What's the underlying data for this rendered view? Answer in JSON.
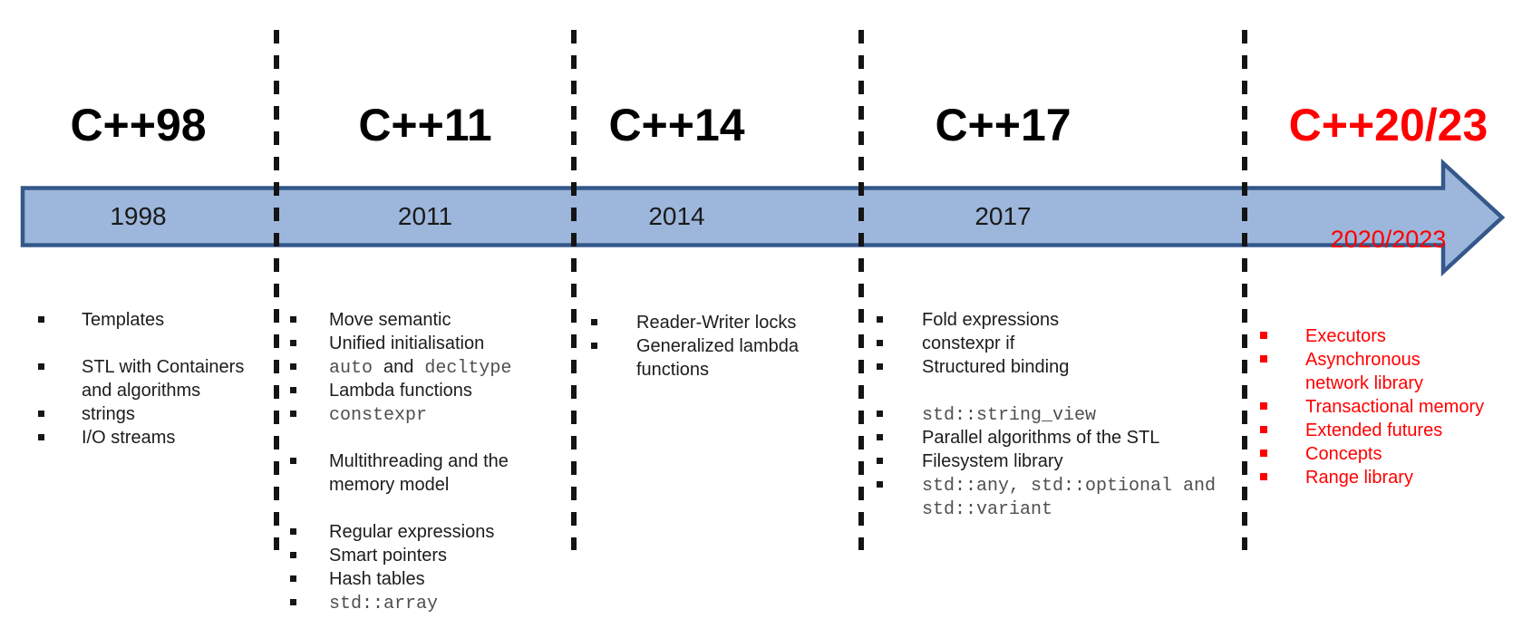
{
  "timeline": {
    "arrow_fill": "#9db6db",
    "arrow_stroke": "#34588a",
    "colors": {
      "divider": "#141414",
      "heading_text": "#000000",
      "body_text": "#1c1c1c",
      "code_text": "#4f4f4f",
      "accent_red": "#ff0000"
    },
    "columns": [
      {
        "id": "cpp98",
        "title": "C++98",
        "year": "1998",
        "rows": [
          {
            "bullet": true,
            "gap": false,
            "segments": [
              {
                "t": "Templates",
                "mono": false
              }
            ]
          },
          {
            "bullet": true,
            "gap": true,
            "segments": [
              {
                "t": "STL with Containers",
                "mono": false
              }
            ]
          },
          {
            "bullet": false,
            "gap": false,
            "segments": [
              {
                "t": "and algorithms",
                "mono": false
              }
            ]
          },
          {
            "bullet": true,
            "gap": false,
            "segments": [
              {
                "t": "strings",
                "mono": false
              }
            ]
          },
          {
            "bullet": true,
            "gap": false,
            "segments": [
              {
                "t": "I/O streams",
                "mono": false
              }
            ]
          }
        ]
      },
      {
        "id": "cpp11",
        "title": "C++11",
        "year": "2011",
        "rows": [
          {
            "bullet": true,
            "gap": false,
            "segments": [
              {
                "t": "Move semantic",
                "mono": false
              }
            ]
          },
          {
            "bullet": true,
            "gap": false,
            "segments": [
              {
                "t": "Unified initialisation",
                "mono": false
              }
            ]
          },
          {
            "bullet": true,
            "gap": false,
            "segments": [
              {
                "t": "auto ",
                "mono": true
              },
              {
                "t": "and",
                "mono": false
              },
              {
                "t": " decltype",
                "mono": true
              }
            ]
          },
          {
            "bullet": true,
            "gap": false,
            "segments": [
              {
                "t": "Lambda functions",
                "mono": false
              }
            ]
          },
          {
            "bullet": true,
            "gap": false,
            "segments": [
              {
                "t": "constexpr",
                "mono": true
              }
            ]
          },
          {
            "bullet": true,
            "gap": true,
            "segments": [
              {
                "t": "Multithreading and the",
                "mono": false
              }
            ]
          },
          {
            "bullet": false,
            "gap": false,
            "segments": [
              {
                "t": "memory model",
                "mono": false
              }
            ]
          },
          {
            "bullet": true,
            "gap": true,
            "segments": [
              {
                "t": "Regular expressions",
                "mono": false
              }
            ]
          },
          {
            "bullet": true,
            "gap": false,
            "segments": [
              {
                "t": "Smart pointers",
                "mono": false
              }
            ]
          },
          {
            "bullet": true,
            "gap": false,
            "segments": [
              {
                "t": "Hash tables",
                "mono": false
              }
            ]
          },
          {
            "bullet": true,
            "gap": false,
            "segments": [
              {
                "t": "std::array",
                "mono": true
              }
            ]
          }
        ]
      },
      {
        "id": "cpp14",
        "title": "C++14",
        "year": "2014",
        "rows": [
          {
            "bullet": true,
            "gap": false,
            "segments": [
              {
                "t": "Reader-Writer locks",
                "mono": false
              }
            ]
          },
          {
            "bullet": true,
            "gap": false,
            "segments": [
              {
                "t": "Generalized lambda",
                "mono": false
              }
            ]
          },
          {
            "bullet": false,
            "gap": false,
            "segments": [
              {
                "t": "functions",
                "mono": false
              }
            ]
          }
        ]
      },
      {
        "id": "cpp17",
        "title": "C++17",
        "year": "2017",
        "rows": [
          {
            "bullet": true,
            "gap": false,
            "segments": [
              {
                "t": "Fold expressions",
                "mono": false
              }
            ]
          },
          {
            "bullet": true,
            "gap": false,
            "segments": [
              {
                "t": "constexpr if",
                "mono": false
              }
            ]
          },
          {
            "bullet": true,
            "gap": false,
            "segments": [
              {
                "t": "Structured binding",
                "mono": false
              }
            ]
          },
          {
            "bullet": true,
            "gap": true,
            "segments": [
              {
                "t": "std::string_view",
                "mono": true
              }
            ]
          },
          {
            "bullet": true,
            "gap": false,
            "segments": [
              {
                "t": "Parallel algorithms of the STL",
                "mono": false
              }
            ]
          },
          {
            "bullet": true,
            "gap": false,
            "segments": [
              {
                "t": "Filesystem library",
                "mono": false
              }
            ]
          },
          {
            "bullet": true,
            "gap": false,
            "segments": [
              {
                "t": "std::any, std::optional and",
                "mono": true
              }
            ]
          },
          {
            "bullet": false,
            "gap": false,
            "segments": [
              {
                "t": "std::variant",
                "mono": true
              }
            ]
          }
        ]
      },
      {
        "id": "cpp20-23",
        "title": "C++20/23",
        "year": "2020/2023",
        "rows": [
          {
            "bullet": true,
            "gap": false,
            "segments": [
              {
                "t": "Executors",
                "mono": false
              }
            ]
          },
          {
            "bullet": true,
            "gap": false,
            "segments": [
              {
                "t": "Asynchronous",
                "mono": false
              }
            ]
          },
          {
            "bullet": false,
            "gap": false,
            "segments": [
              {
                "t": "network library",
                "mono": false
              }
            ]
          },
          {
            "bullet": true,
            "gap": false,
            "segments": [
              {
                "t": "Transactional memory",
                "mono": false
              }
            ]
          },
          {
            "bullet": true,
            "gap": false,
            "segments": [
              {
                "t": "Extended futures",
                "mono": false
              }
            ]
          },
          {
            "bullet": true,
            "gap": false,
            "segments": [
              {
                "t": "Concepts",
                "mono": false
              }
            ]
          },
          {
            "bullet": true,
            "gap": false,
            "segments": [
              {
                "t": "Range library",
                "mono": false
              }
            ]
          }
        ]
      }
    ]
  }
}
